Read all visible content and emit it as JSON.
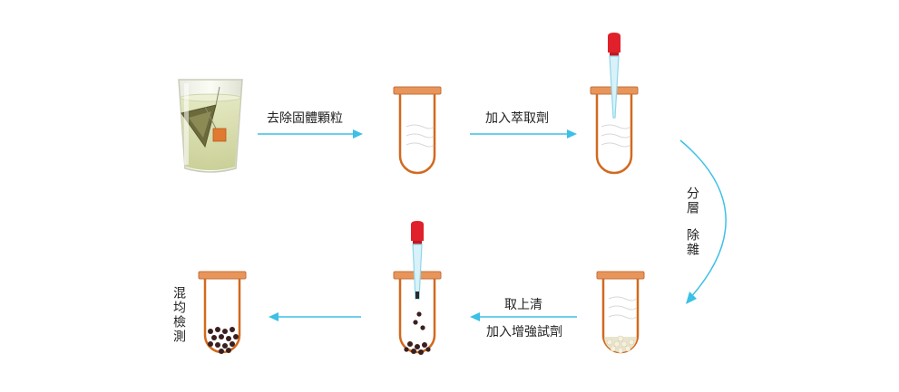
{
  "labels": {
    "remove_solids": "去除固體顆粒",
    "add_extractant": "加入萃取劑",
    "layer_separate": "分層",
    "remove_impurities": "除雜",
    "take_supernatant": "取上清",
    "add_enhancer": "加入增強試劑",
    "mix_detect": "混均檢測"
  },
  "colors": {
    "arrow": "#3cc0e6",
    "tube_outline": "#d2691e",
    "cap": "#e8955c",
    "dropper_bulb": "#e0202a",
    "dropper_tube": "#8fd6ea",
    "particle": "#3a1f1f",
    "sediment": "#e9e4cf",
    "liquid_line": "#d8d8d8"
  }
}
